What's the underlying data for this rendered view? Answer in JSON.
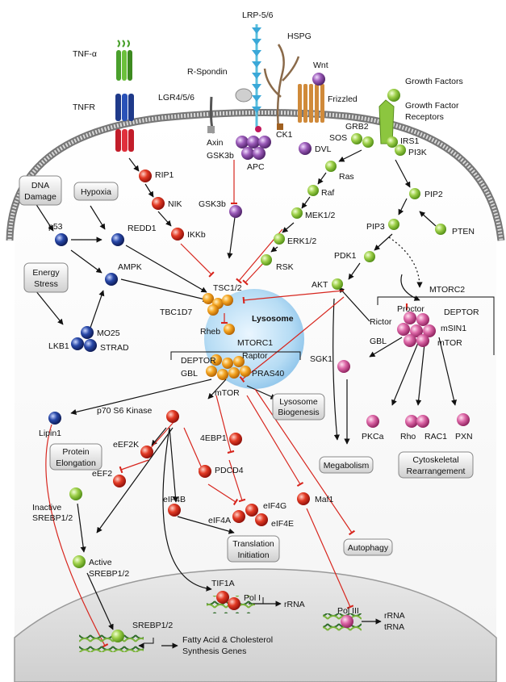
{
  "labels": {
    "lrp": "LRP-5/6",
    "hspg": "HSPG",
    "rspondin": "R-Spondin",
    "wnt": "Wnt",
    "lgr": "LGR4/5/6",
    "frizzled": "Frizzled",
    "tnfa": "TNF-α",
    "tnfr": "TNFR",
    "growth_factors": "Growth Factors",
    "gf_receptors_1": "Growth Factor",
    "gf_receptors_2": "Receptors",
    "axin": "Axin",
    "gsk3b_top": "GSK3b",
    "ck1": "CK1",
    "dvl": "DVL",
    "apc": "APC",
    "grb2": "GRB2",
    "sos": "SOS",
    "irs1": "IRS1",
    "pi3k": "PI3K",
    "rip1": "RIP1",
    "nik": "NIK",
    "ikkb": "IKKb",
    "gsk3b": "GSK3b",
    "ras": "Ras",
    "raf": "Raf",
    "mek": "MEK1/2",
    "erk": "ERK1/2",
    "rsk": "RSK",
    "pip2": "PIP2",
    "pip3": "PIP3",
    "pten": "PTEN",
    "pdk1": "PDK1",
    "akt": "AKT",
    "p53": "p53",
    "redd1": "REDD1",
    "ampk": "AMPK",
    "mo25": "MO25",
    "lkb1": "LKB1",
    "strad": "STRAD",
    "tsc": "TSC1/2",
    "tbc1d7": "TBC1D7",
    "lysosome": "Lysosome",
    "rheb": "Rheb",
    "mtorc1": "MTORC1",
    "deptor1": "DEPTOR",
    "raptor": "Raptor",
    "gbl1": "GBL",
    "pras40": "PRAS40",
    "mtor1": "mTOR",
    "mtorc2": "MTORC2",
    "proctor": "Proctor",
    "rictor": "Rictor",
    "deptor2": "DEPTOR",
    "msin1": "mSIN1",
    "gbl2": "GBL",
    "mtor2": "mTOR",
    "sgk1": "SGK1",
    "pkca": "PKCa",
    "rho": "Rho",
    "rac1": "RAC1",
    "pxn": "PXN",
    "lipin1": "Lipin1",
    "p70": "p70 S6 Kinase",
    "eef2k": "eEF2K",
    "eef2": "eEF2",
    "ebp1": "4EBP1",
    "pdcd4": "PDCD4",
    "eif4b": "eIF4B",
    "eif4a": "eIF4A",
    "eif4g": "eIF4G",
    "eif4e": "eIF4E",
    "maf1": "Maf1",
    "inactive1": "Inactive",
    "inactive2": "SREBP1/2",
    "active1": "Active",
    "active2": "SREBP1/2",
    "tif1a": "TIF1A",
    "pol1": "Pol I",
    "rrna1": "rRNA",
    "pol3": "Pol III",
    "rrna2": "rRNA",
    "trna": "tRNA",
    "srebp_nuc": "SREBP1/2",
    "fatty1": "Fatty Acid & Cholesterol",
    "fatty2": "Synthesis Genes"
  },
  "boxes": {
    "dna1": "DNA",
    "dna2": "Damage",
    "hypoxia": "Hypoxia",
    "energy1": "Energy",
    "energy2": "Stress",
    "lyso1": "Lysosome",
    "lyso2": "Biogenesis",
    "protein1": "Protein",
    "protein2": "Elongation",
    "metab": "Megabolism",
    "cyto1": "Cytoskeletal",
    "cyto2": "Rearrangement",
    "trans1": "Translation",
    "trans2": "Initiation",
    "autophagy": "Autophagy"
  },
  "colors": {
    "green": "#8cc63f",
    "red": "#d7261e",
    "blue": "#1f3a8a",
    "purple": "#8a4fa3",
    "orange": "#f29a1f",
    "pink": "#d0579a",
    "lysosome": "#bfe0f5",
    "inhibit": "#d7261e"
  }
}
